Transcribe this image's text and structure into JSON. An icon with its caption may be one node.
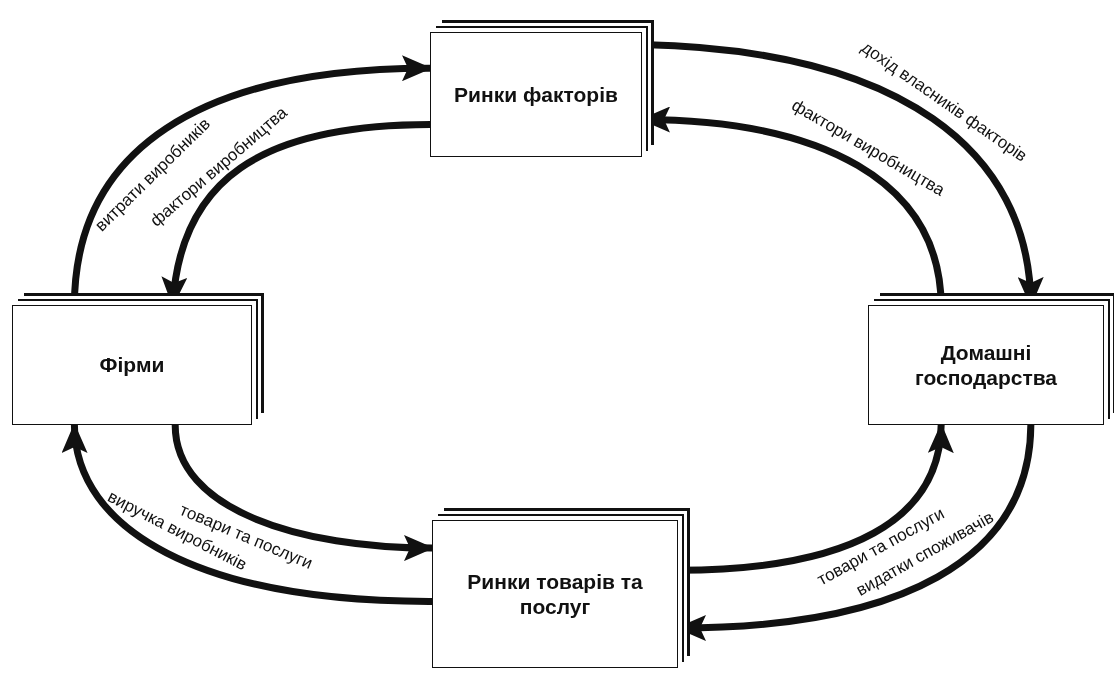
{
  "diagram": {
    "nodes": [
      {
        "text": [
          "Ринки факторів"
        ]
      },
      {
        "text": [
          "Фірми"
        ]
      },
      {
        "text": [
          "Домашні господарства"
        ]
      },
      {
        "text": [
          "Ринки товарів та послуг"
        ]
      }
    ],
    "edges": [
      {
        "from": 1,
        "to": 0,
        "arrow": "to",
        "label": "витрати виробників"
      },
      {
        "from": 0,
        "to": 1,
        "arrow": "to",
        "label": "фактори виробництва"
      },
      {
        "from": 0,
        "to": 2,
        "arrow": "to",
        "label": "дохід власників факторів"
      },
      {
        "from": 2,
        "to": 0,
        "arrow": "to",
        "label": "фактори виробництва"
      },
      {
        "from": 1,
        "to": 3,
        "arrow": "to",
        "label": "товари та послуги"
      },
      {
        "from": 3,
        "to": 1,
        "arrow": "to",
        "label": "виручка виробників"
      },
      {
        "from": 3,
        "to": 2,
        "arrow": "to",
        "label": "товари та послуги"
      },
      {
        "from": 2,
        "to": 3,
        "arrow": "to",
        "label": "видатки споживачів"
      }
    ]
  }
}
